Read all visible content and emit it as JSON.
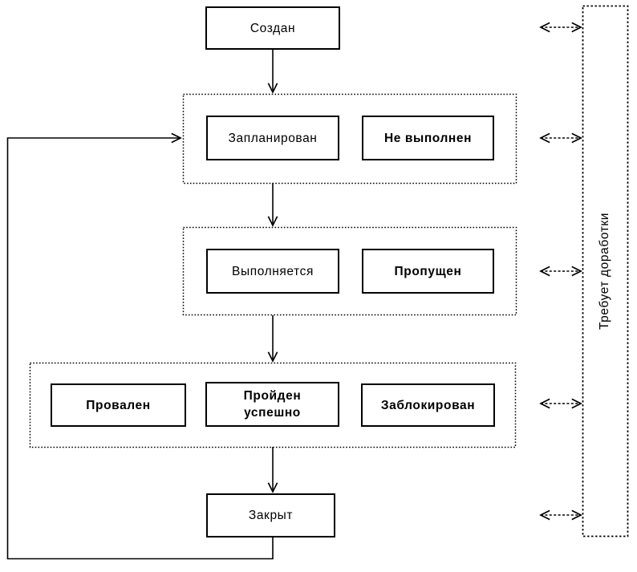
{
  "diagram": {
    "nodes": {
      "created": "Создан",
      "planned": "Запланирован",
      "not_executed": "Не выполнен",
      "running": "Выполняется",
      "skipped": "Пропущен",
      "failed": "Провален",
      "passed": "Пройден успешно",
      "blocked": "Заблокирован",
      "closed": "Закрыт"
    },
    "side_label": "Требует доработки",
    "colors": {
      "stroke": "#000000",
      "background": "#ffffff",
      "box_fill": "#ffffff"
    }
  }
}
